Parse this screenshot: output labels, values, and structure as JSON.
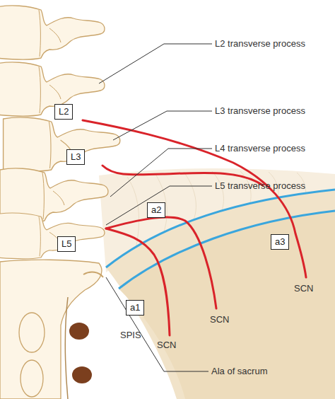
{
  "diagram": {
    "nodes": [
      {
        "text": [
          "L2"
        ]
      },
      {
        "text": [
          "L3"
        ]
      },
      {
        "text": [
          "L5"
        ]
      },
      {
        "text": [
          "a2"
        ]
      },
      {
        "text": [
          "a1"
        ]
      },
      {
        "text": [
          "a3"
        ]
      }
    ],
    "labels": [
      "L2 transverse process",
      "L3 transverse process",
      "L4 transverse process",
      "L5 transverse process",
      "SCN",
      "SCN",
      "SCN",
      "SPIS",
      "Ala of sacrum"
    ]
  }
}
